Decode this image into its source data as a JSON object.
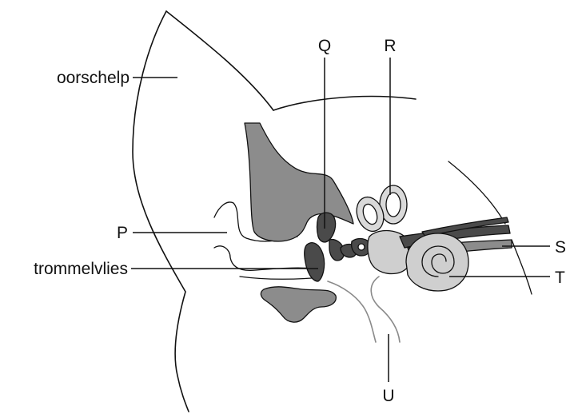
{
  "labels": {
    "oorschelp": "oorschelp",
    "P": "P",
    "trommelvlies": "trommelvlies",
    "Q": "Q",
    "R": "R",
    "S": "S",
    "T": "T",
    "U": "U"
  },
  "colors": {
    "ink": "#111111",
    "bone_grey": "#8c8c8c",
    "ossicle_dark": "#4a4a4a",
    "inner_ear_light": "#cfcfcf",
    "tube_grey": "#8a8a8a"
  }
}
